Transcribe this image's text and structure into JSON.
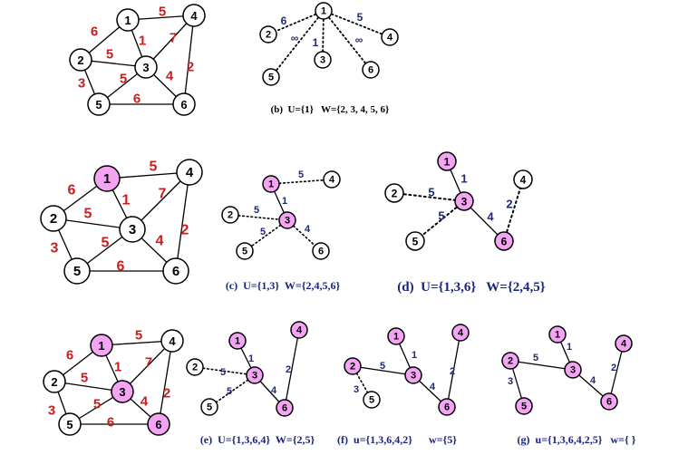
{
  "colors": {
    "node_fill": "#ffffff",
    "selected_fill": "#f3a4f3",
    "weight_red": "#c81e1e",
    "weight_blue": "#1f2a6e",
    "caption_blue": "#1a237e",
    "caption_black": "#000000"
  },
  "panels": [
    {
      "id": "a",
      "caption": "",
      "nodes": [
        {
          "id": "1",
          "label": "1",
          "selected": false
        },
        {
          "id": "2",
          "label": "2",
          "selected": false
        },
        {
          "id": "3",
          "label": "3",
          "selected": false
        },
        {
          "id": "4",
          "label": "4",
          "selected": false
        },
        {
          "id": "5",
          "label": "5",
          "selected": false
        },
        {
          "id": "6",
          "label": "6",
          "selected": false
        }
      ],
      "edges": [
        {
          "from": "1",
          "to": "4",
          "weight": "5"
        },
        {
          "from": "1",
          "to": "2",
          "weight": "6"
        },
        {
          "from": "1",
          "to": "3",
          "weight": "1"
        },
        {
          "from": "2",
          "to": "3",
          "weight": "5"
        },
        {
          "from": "2",
          "to": "5",
          "weight": "3"
        },
        {
          "from": "3",
          "to": "4",
          "weight": "7"
        },
        {
          "from": "3",
          "to": "5",
          "weight": "5"
        },
        {
          "from": "3",
          "to": "6",
          "weight": "4"
        },
        {
          "from": "4",
          "to": "6",
          "weight": "2"
        },
        {
          "from": "5",
          "to": "6",
          "weight": "6"
        }
      ]
    },
    {
      "id": "b",
      "caption": "(b)  U={1}   W={2, 3, 4, 5, 6}",
      "nodes": [
        {
          "id": "1",
          "label": "1",
          "selected": false
        },
        {
          "id": "2",
          "label": "2",
          "selected": false
        },
        {
          "id": "3",
          "label": "3",
          "selected": false
        },
        {
          "id": "4",
          "label": "4",
          "selected": false
        },
        {
          "id": "5",
          "label": "5",
          "selected": false
        },
        {
          "id": "6",
          "label": "6",
          "selected": false
        }
      ],
      "edges": [
        {
          "from": "1",
          "to": "2",
          "weight": "6",
          "style": "dotted"
        },
        {
          "from": "1",
          "to": "5",
          "weight": "∞",
          "style": "dotted"
        },
        {
          "from": "1",
          "to": "3",
          "weight": "1",
          "style": "dotted"
        },
        {
          "from": "1",
          "to": "6",
          "weight": "∞",
          "style": "dotted"
        },
        {
          "from": "1",
          "to": "4",
          "weight": "5",
          "style": "dotted"
        }
      ]
    },
    {
      "id": "a2",
      "caption": "",
      "nodes": [
        {
          "id": "1",
          "label": "1",
          "selected": true
        },
        {
          "id": "2",
          "label": "2",
          "selected": false
        },
        {
          "id": "3",
          "label": "3",
          "selected": false
        },
        {
          "id": "4",
          "label": "4",
          "selected": false
        },
        {
          "id": "5",
          "label": "5",
          "selected": false
        },
        {
          "id": "6",
          "label": "6",
          "selected": false
        }
      ],
      "edges": [
        {
          "from": "1",
          "to": "4",
          "weight": "5"
        },
        {
          "from": "1",
          "to": "2",
          "weight": "6"
        },
        {
          "from": "1",
          "to": "3",
          "weight": "1"
        },
        {
          "from": "2",
          "to": "3",
          "weight": "5"
        },
        {
          "from": "2",
          "to": "5",
          "weight": "3"
        },
        {
          "from": "3",
          "to": "4",
          "weight": "7"
        },
        {
          "from": "3",
          "to": "5",
          "weight": "5"
        },
        {
          "from": "3",
          "to": "6",
          "weight": "4"
        },
        {
          "from": "4",
          "to": "6",
          "weight": "2"
        },
        {
          "from": "5",
          "to": "6",
          "weight": "6"
        }
      ]
    },
    {
      "id": "c",
      "caption": "(c)  U={1,3}  W={2,4,5,6}",
      "nodes": [
        {
          "id": "1",
          "label": "1",
          "selected": true
        },
        {
          "id": "2",
          "label": "2",
          "selected": false
        },
        {
          "id": "3",
          "label": "3",
          "selected": true
        },
        {
          "id": "4",
          "label": "4",
          "selected": false
        },
        {
          "id": "5",
          "label": "5",
          "selected": false
        },
        {
          "id": "6",
          "label": "6",
          "selected": false
        }
      ],
      "edges": [
        {
          "from": "1",
          "to": "4",
          "weight": "5",
          "style": "dotted"
        },
        {
          "from": "1",
          "to": "3",
          "weight": "1",
          "style": "solid"
        },
        {
          "from": "2",
          "to": "3",
          "weight": "5",
          "style": "dotted"
        },
        {
          "from": "3",
          "to": "5",
          "weight": "5",
          "style": "dotted"
        },
        {
          "from": "3",
          "to": "6",
          "weight": "4",
          "style": "dotted"
        }
      ]
    },
    {
      "id": "d",
      "caption": "(d)  U={1,3,6}   W={2,4,5}",
      "nodes": [
        {
          "id": "1",
          "label": "1",
          "selected": true
        },
        {
          "id": "2",
          "label": "2",
          "selected": false
        },
        {
          "id": "3",
          "label": "3",
          "selected": true
        },
        {
          "id": "4",
          "label": "4",
          "selected": false
        },
        {
          "id": "5",
          "label": "5",
          "selected": false
        },
        {
          "id": "6",
          "label": "6",
          "selected": true
        }
      ],
      "edges": [
        {
          "from": "1",
          "to": "3",
          "weight": "1",
          "style": "solid"
        },
        {
          "from": "2",
          "to": "3",
          "weight": "5",
          "style": "dotted"
        },
        {
          "from": "3",
          "to": "5",
          "weight": "5",
          "style": "dotted"
        },
        {
          "from": "3",
          "to": "6",
          "weight": "4",
          "style": "solid"
        },
        {
          "from": "6",
          "to": "4",
          "weight": "2",
          "style": "dotted"
        }
      ]
    },
    {
      "id": "a3",
      "caption": "",
      "nodes": [
        {
          "id": "1",
          "label": "1",
          "selected": true
        },
        {
          "id": "2",
          "label": "2",
          "selected": false
        },
        {
          "id": "3",
          "label": "3",
          "selected": true
        },
        {
          "id": "4",
          "label": "4",
          "selected": false
        },
        {
          "id": "5",
          "label": "5",
          "selected": false
        },
        {
          "id": "6",
          "label": "6",
          "selected": true
        }
      ],
      "edges": [
        {
          "from": "1",
          "to": "4",
          "weight": "5"
        },
        {
          "from": "1",
          "to": "2",
          "weight": "6"
        },
        {
          "from": "1",
          "to": "3",
          "weight": "1"
        },
        {
          "from": "2",
          "to": "3",
          "weight": "5"
        },
        {
          "from": "2",
          "to": "5",
          "weight": "3"
        },
        {
          "from": "3",
          "to": "4",
          "weight": "7"
        },
        {
          "from": "3",
          "to": "5",
          "weight": "5"
        },
        {
          "from": "3",
          "to": "6",
          "weight": "4"
        },
        {
          "from": "4",
          "to": "6",
          "weight": "2"
        },
        {
          "from": "5",
          "to": "6",
          "weight": "6"
        }
      ]
    },
    {
      "id": "e",
      "caption": "(e)  U={1,3,6,4}  W={2,5}",
      "nodes": [
        {
          "id": "1",
          "label": "1",
          "selected": true
        },
        {
          "id": "2",
          "label": "2",
          "selected": false
        },
        {
          "id": "3",
          "label": "3",
          "selected": true
        },
        {
          "id": "4",
          "label": "4",
          "selected": true
        },
        {
          "id": "5",
          "label": "5",
          "selected": false
        },
        {
          "id": "6",
          "label": "6",
          "selected": true
        }
      ],
      "edges": [
        {
          "from": "1",
          "to": "3",
          "weight": "1",
          "style": "solid"
        },
        {
          "from": "2",
          "to": "3",
          "weight": "5",
          "style": "dotted"
        },
        {
          "from": "3",
          "to": "5",
          "weight": "5",
          "style": "dotted"
        },
        {
          "from": "3",
          "to": "6",
          "weight": "4",
          "style": "solid"
        },
        {
          "from": "6",
          "to": "4",
          "weight": "2",
          "style": "solid"
        }
      ]
    },
    {
      "id": "f",
      "caption": "(f)  u={1,3,6,4,2}      w={5}",
      "nodes": [
        {
          "id": "1",
          "label": "1",
          "selected": true
        },
        {
          "id": "2",
          "label": "2",
          "selected": true
        },
        {
          "id": "3",
          "label": "3",
          "selected": true
        },
        {
          "id": "4",
          "label": "4",
          "selected": true
        },
        {
          "id": "5",
          "label": "5",
          "selected": false
        },
        {
          "id": "6",
          "label": "6",
          "selected": true
        }
      ],
      "edges": [
        {
          "from": "1",
          "to": "3",
          "weight": "1",
          "style": "solid"
        },
        {
          "from": "2",
          "to": "3",
          "weight": "5",
          "style": "solid"
        },
        {
          "from": "2",
          "to": "5",
          "weight": "3",
          "style": "dotted"
        },
        {
          "from": "3",
          "to": "6",
          "weight": "4",
          "style": "solid"
        },
        {
          "from": "6",
          "to": "4",
          "weight": "2",
          "style": "solid"
        }
      ]
    },
    {
      "id": "g",
      "caption": "(g)  u={1,3,6,4,2,5}   w={ }",
      "nodes": [
        {
          "id": "1",
          "label": "1",
          "selected": true
        },
        {
          "id": "2",
          "label": "2",
          "selected": true
        },
        {
          "id": "3",
          "label": "3",
          "selected": true
        },
        {
          "id": "4",
          "label": "4",
          "selected": true
        },
        {
          "id": "5",
          "label": "5",
          "selected": true
        },
        {
          "id": "6",
          "label": "6",
          "selected": true
        }
      ],
      "edges": [
        {
          "from": "1",
          "to": "3",
          "weight": "1",
          "style": "solid"
        },
        {
          "from": "2",
          "to": "3",
          "weight": "5",
          "style": "solid"
        },
        {
          "from": "2",
          "to": "5",
          "weight": "3",
          "style": "solid"
        },
        {
          "from": "3",
          "to": "6",
          "weight": "4",
          "style": "solid"
        },
        {
          "from": "6",
          "to": "4",
          "weight": "2",
          "style": "solid"
        }
      ]
    }
  ]
}
